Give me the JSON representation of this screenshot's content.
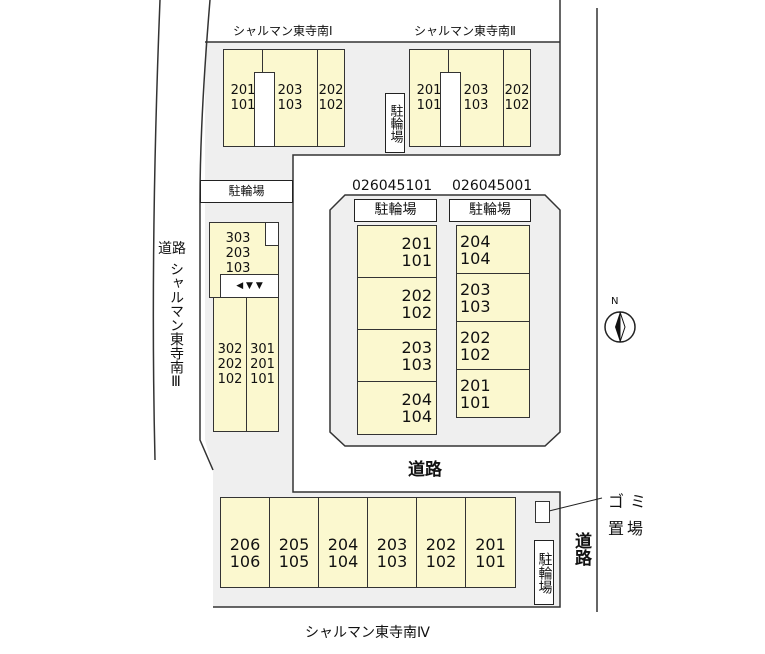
{
  "buildings": {
    "I": {
      "name": "シャルマン東寺南Ⅰ",
      "units": [
        "201\n101",
        "203\n103",
        "202\n102"
      ]
    },
    "II": {
      "name": "シャルマン東寺南Ⅱ",
      "units": [
        "201\n101",
        "203\n103",
        "202\n102"
      ]
    },
    "III": {
      "name": "シャルマン東寺南Ⅲ",
      "units": [
        "303\n203\n103",
        "302\n202\n102",
        "301\n201\n101"
      ]
    },
    "A": {
      "code": "026045101",
      "units": [
        "201\n101",
        "202\n102",
        "203\n103",
        "204\n104"
      ]
    },
    "B": {
      "code": "026045001",
      "units": [
        "204\n104",
        "203\n103",
        "202\n102",
        "201\n101"
      ]
    },
    "IV": {
      "name": "シャルマン東寺南Ⅳ",
      "units": [
        "206\n106",
        "205\n105",
        "204\n104",
        "203\n103",
        "202\n102",
        "201\n101"
      ]
    }
  },
  "labels": {
    "bike": "駐輪場",
    "road": "道路",
    "garbage_1": "ゴミ",
    "garbage_2": "置場",
    "north": "N"
  },
  "colors": {
    "unit": "#fbf8cf",
    "ground": "#efefef"
  }
}
